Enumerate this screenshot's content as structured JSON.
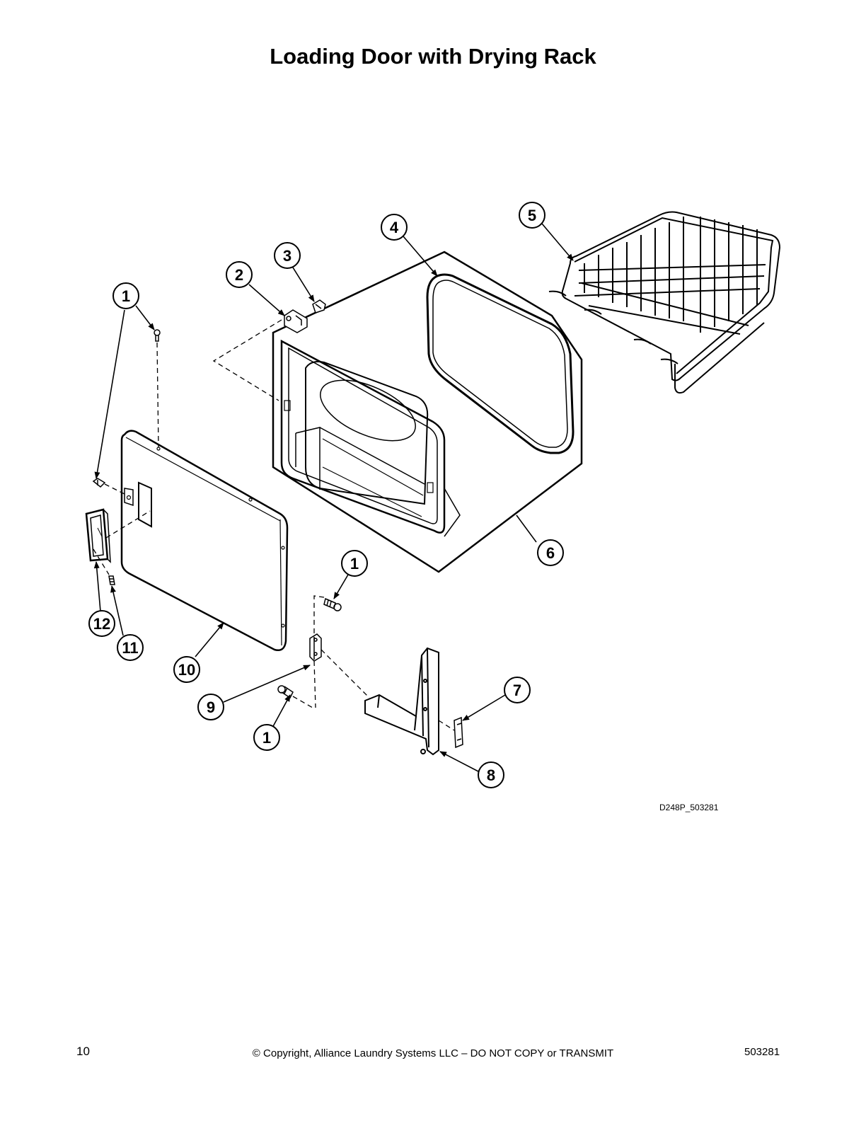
{
  "title": "Loading Door with Drying Rack",
  "figure_id": "D248P_503281",
  "footer": {
    "page_number": "10",
    "copyright": "© Copyright, Alliance Laundry Systems LLC – DO NOT COPY or TRANSMIT",
    "doc_number": "503281"
  },
  "callouts": {
    "c1a": "1",
    "c1b": "1",
    "c1c": "1",
    "c2": "2",
    "c3": "3",
    "c4": "4",
    "c5": "5",
    "c6": "6",
    "c7": "7",
    "c8": "8",
    "c9": "9",
    "c10": "10",
    "c11": "11",
    "c12": "12"
  }
}
